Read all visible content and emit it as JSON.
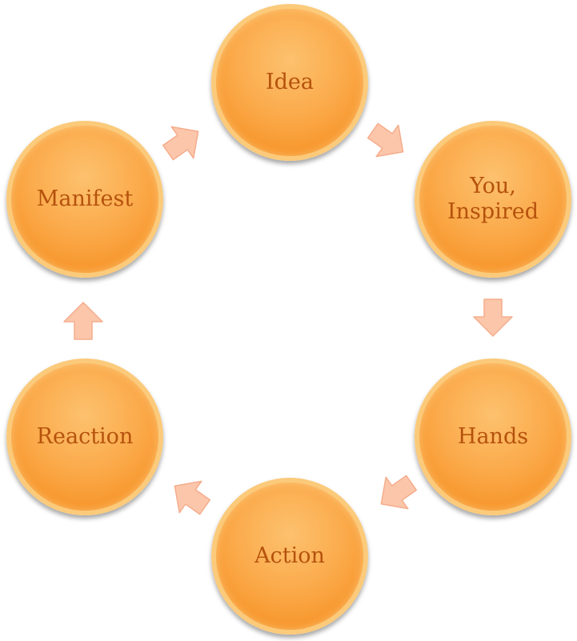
{
  "diagram": {
    "nodes": [
      {
        "id": "idea",
        "label": "Idea"
      },
      {
        "id": "you-inspired",
        "label": "You,\nInspired"
      },
      {
        "id": "hands",
        "label": "Hands"
      },
      {
        "id": "action",
        "label": "Action"
      },
      {
        "id": "reaction",
        "label": "Reaction"
      },
      {
        "id": "manifest",
        "label": "Manifest"
      }
    ],
    "colors": {
      "node_fill": "#f9a33e",
      "node_rim": "#fbca7a",
      "label_text": "#b5520d",
      "arrow_fill": "#fcc6ab",
      "arrow_stroke": "#f4ad8c"
    },
    "arrow_icon": "block-arrow-icon"
  }
}
